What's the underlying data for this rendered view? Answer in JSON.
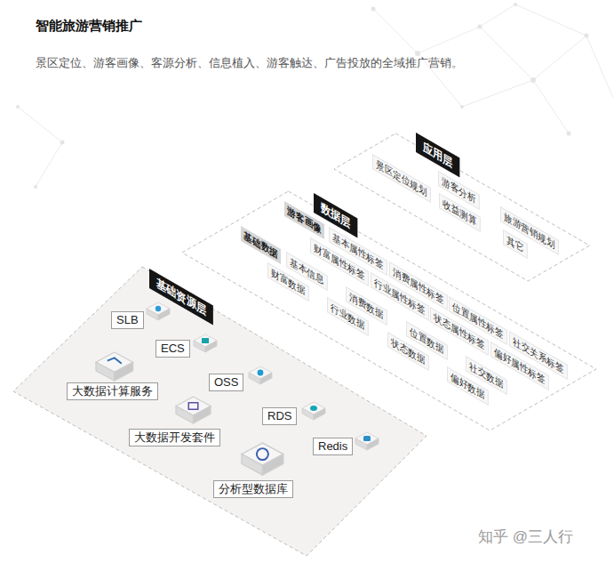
{
  "diagram": {
    "title": "智能旅游营销推广",
    "caption": "景区定位、游客画像、客源分析、信息植入、游客触达、广告投放的全域推广营销。",
    "nodes": [
      {
        "text": [
          "应用层"
        ]
      },
      {
        "text": [
          "景区定位规划"
        ],
        "in": 0
      },
      {
        "text": [
          "游客分析"
        ],
        "in": 0
      },
      {
        "text": [
          "收益测算"
        ],
        "in": 0
      },
      {
        "text": [
          "旅游营销规划"
        ],
        "in": 0
      },
      {
        "text": [
          "其它"
        ],
        "in": 0
      },
      {
        "text": [
          "数据层"
        ]
      },
      {
        "text": [
          "游客画像"
        ],
        "in": 6
      },
      {
        "text": [
          "基本属性标签"
        ],
        "in": 6
      },
      {
        "text": [
          "财富属性标签"
        ],
        "in": 6
      },
      {
        "text": [
          "消费属性标签"
        ],
        "in": 6
      },
      {
        "text": [
          "行业属性标签"
        ],
        "in": 6
      },
      {
        "text": [
          "位置属性标签"
        ],
        "in": 6
      },
      {
        "text": [
          "状态属性标签"
        ],
        "in": 6
      },
      {
        "text": [
          "社交关系标签"
        ],
        "in": 6
      },
      {
        "text": [
          "偏好属性标签"
        ],
        "in": 6
      },
      {
        "text": [
          "基础数据"
        ],
        "in": 6
      },
      {
        "text": [
          "基本信息"
        ],
        "in": 6
      },
      {
        "text": [
          "财富数据"
        ],
        "in": 6
      },
      {
        "text": [
          "消费数据"
        ],
        "in": 6
      },
      {
        "text": [
          "行业数据"
        ],
        "in": 6
      },
      {
        "text": [
          "位置数据"
        ],
        "in": 6
      },
      {
        "text": [
          "状态数据"
        ],
        "in": 6
      },
      {
        "text": [
          "社交数据"
        ],
        "in": 6
      },
      {
        "text": [
          "偏好数据"
        ],
        "in": 6
      },
      {
        "text": [
          "基础资源层"
        ]
      },
      {
        "text": [
          "SLB"
        ],
        "in": 25
      },
      {
        "text": [
          "ECS"
        ],
        "in": 25
      },
      {
        "text": [
          "大数据计算服务"
        ],
        "in": 25
      },
      {
        "text": [
          "OSS"
        ],
        "in": 25
      },
      {
        "text": [
          "大数据开发套件"
        ],
        "in": 25
      },
      {
        "text": [
          "RDS"
        ],
        "in": 25
      },
      {
        "text": [
          "Redis"
        ],
        "in": 25
      },
      {
        "text": [
          "分析型数据库"
        ],
        "in": 25
      }
    ],
    "labels": [
      "知乎 @三人行"
    ]
  }
}
